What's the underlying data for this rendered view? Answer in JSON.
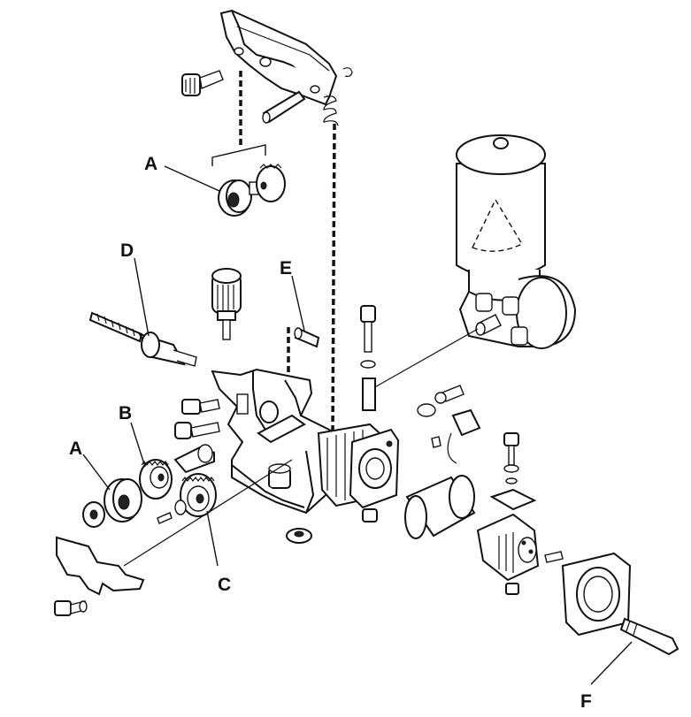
{
  "callouts": {
    "a_top": "A",
    "a_left": "A",
    "b": "B",
    "c": "C",
    "d": "D",
    "e": "E",
    "f": "F"
  }
}
